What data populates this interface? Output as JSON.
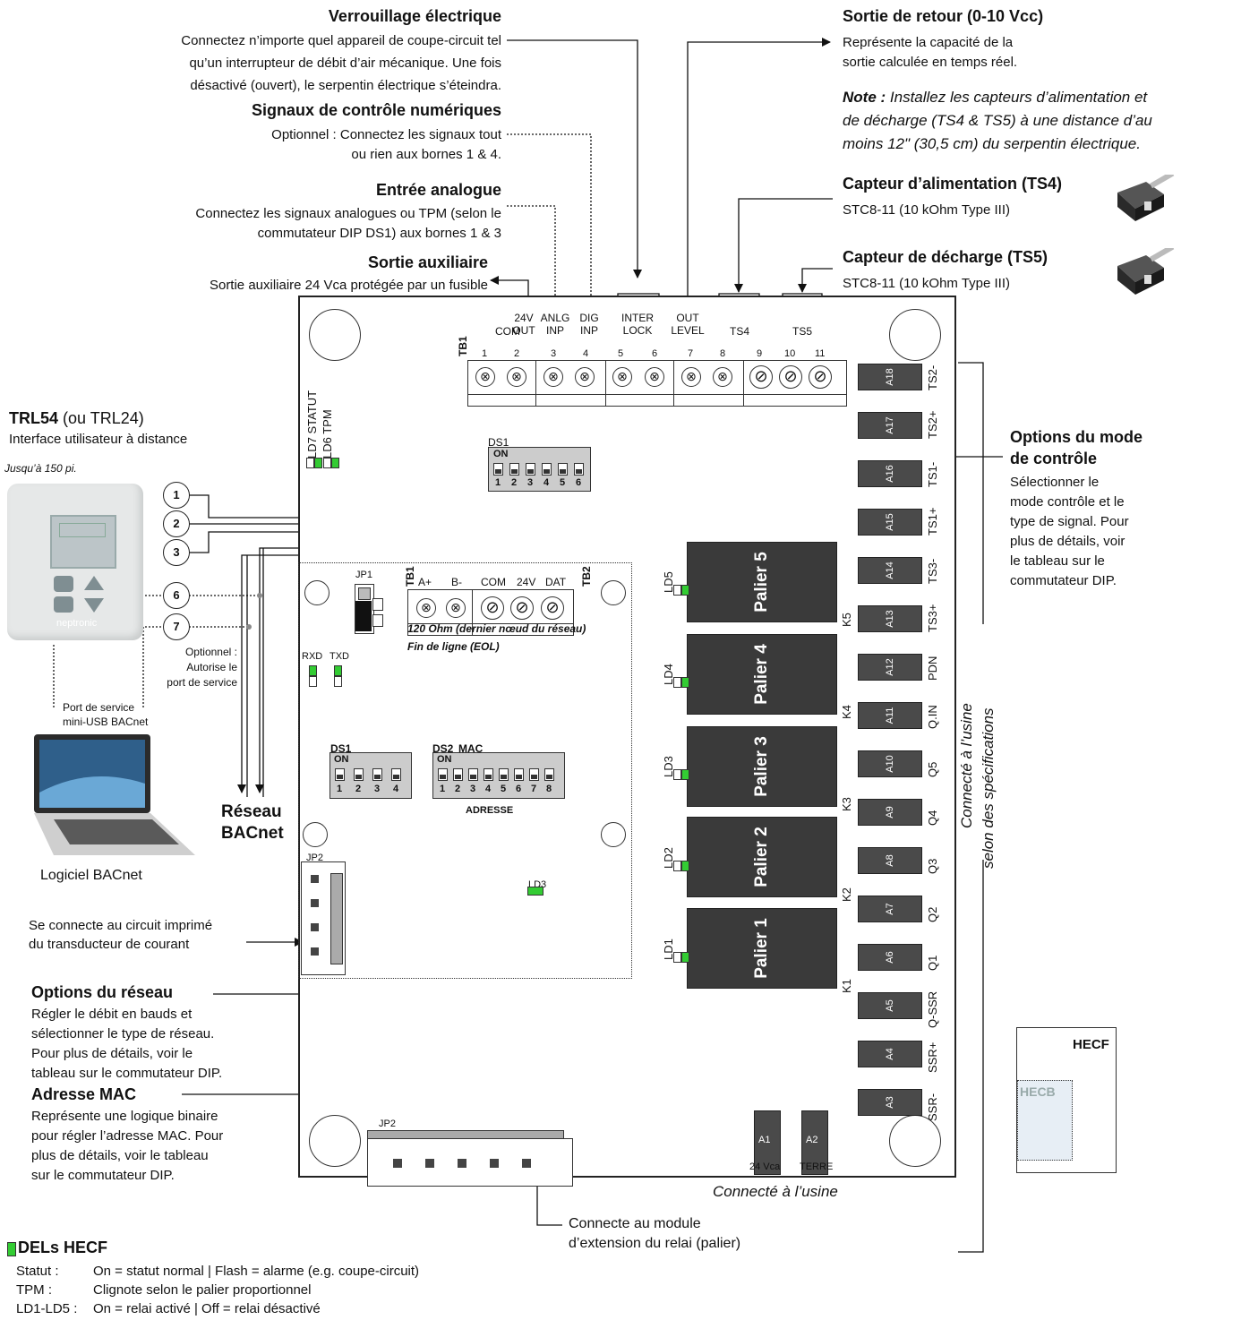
{
  "callouts": {
    "interlock": {
      "title": "Verrouillage électrique",
      "l1": "Connectez n’importe quel appareil de coupe-circuit tel",
      "l2": "qu’un interrupteur de débit d’air mécanique. Une fois",
      "l3": "désactivé (ouvert), le serpentin électrique s’éteindra."
    },
    "digital": {
      "title": "Signaux de contrôle numériques",
      "l1": "Optionnel : Connectez les signaux tout",
      "l2": "ou rien aux bornes 1 & 4."
    },
    "analog": {
      "title": "Entrée analogue",
      "l1": "Connectez les signaux analogues ou TPM (selon le",
      "l2": "commutateur DIP DS1) aux bornes 1 & 3"
    },
    "aux": {
      "title": "Sortie auxiliaire",
      "l1": "Sortie auxiliaire 24 Vca protégée par un fusible"
    },
    "feedback": {
      "title": "Sortie de retour (0-10 Vcc)",
      "l1": "Représente la capacité de la",
      "l2": "sortie calculée en temps réel."
    },
    "note": {
      "label": "Note :",
      "l1": " Installez les capteurs d’alimentation et",
      "l2": "de décharge (TS4 & TS5) à une distance d’au",
      "l3": "moins 12\" (30,5 cm) du serpentin électrique."
    },
    "ts4": {
      "title": "Capteur d’alimentation (TS4)",
      "l1": "STC8-11 (10 kOhm Type III)"
    },
    "ts5": {
      "title": "Capteur de décharge (TS5)",
      "l1": "STC8-11 (10 kOhm Type III)"
    },
    "mode": {
      "t1": "Options du mode",
      "t2": "de contrôle",
      "l1": "Sélectionner le",
      "l2": "mode contrôle et le",
      "l3": "type de signal. Pour",
      "l4": "plus de détails, voir",
      "l5": "le tableau sur le",
      "l6": "commutateur DIP."
    },
    "network": {
      "title": "Options du réseau",
      "l1": "Régler le débit en bauds et",
      "l2": "sélectionner le type de réseau.",
      "l3": "Pour plus de détails, voir le",
      "l4": "tableau sur le commutateur DIP."
    },
    "mac": {
      "title": "Adresse MAC",
      "l1": "Représente une logique binaire",
      "l2": "pour régler l’adresse MAC. Pour",
      "l3": "plus de détails, voir le tableau",
      "l4": "sur le commutateur DIP."
    },
    "current": {
      "l1": "Se connecte au circuit imprimé",
      "l2": "du transducteur de courant"
    },
    "extension": {
      "l1": "Connecte au module",
      "l2": "d’extension du relai (palier)"
    }
  },
  "trl": {
    "title": "TRL54",
    "suffix": " (ou TRL24)",
    "l1": "Interface utilisateur à distance",
    "distance": "Jusqu’à 150 pi.",
    "brand": "neptronic"
  },
  "wires": [
    "1",
    "2",
    "3",
    "6",
    "7"
  ],
  "optional": {
    "l1": "Optionnel :",
    "l2": "Autorise le",
    "l3": "port de service"
  },
  "service": {
    "l1": "Port de service",
    "l2": "mini-USB BACnet"
  },
  "laptop_label": "Logiciel BACnet",
  "bacnet": {
    "l1": "Réseau",
    "l2": "BACnet"
  },
  "tb1": {
    "name": "TB1",
    "headers": [
      "COM",
      "24V\nOUT",
      "ANLG\nINP",
      "DIG\nINP",
      "INTER\nLOCK",
      "OUT\nLEVEL",
      "TS4",
      "TS5"
    ],
    "numbers": [
      "1",
      "2",
      "3",
      "4",
      "5",
      "6",
      "7",
      "8",
      "9",
      "10",
      "11"
    ]
  },
  "tb1_labels": {
    "com": "COM",
    "out24a": "24V",
    "out24b": "OUT",
    "anlga": "ANLG",
    "anlgb": "INP",
    "diga": "DIG",
    "digb": "INP",
    "intera": "INTER",
    "interb": "LOCK",
    "outa": "OUT",
    "outb": "LEVEL",
    "ts4": "TS4",
    "ts5": "TS5"
  },
  "leds_top": {
    "ld7": "LD7 STATUT",
    "ld6": "LD6 TPM"
  },
  "ds1_top": {
    "name": "DS1",
    "on": "ON",
    "nums": [
      "1",
      "2",
      "3",
      "4",
      "5",
      "6"
    ]
  },
  "fuses": [
    "A18",
    "A17",
    "A16",
    "A15",
    "A14",
    "A13",
    "A12",
    "A11",
    "A10",
    "A9",
    "A8",
    "A7",
    "A6",
    "A5",
    "A4",
    "A3"
  ],
  "fuse_labels": [
    "TS2-",
    "TS2+",
    "TS1-",
    "TS1+",
    "TS3-",
    "TS3+",
    "PDN",
    "Q.IN",
    "Q5",
    "Q4",
    "Q3",
    "Q2",
    "Q1",
    "Q-SSR",
    "SSR+",
    "SSR-"
  ],
  "relays": [
    {
      "name": "Palier 5",
      "led": "LD5",
      "k": "K5"
    },
    {
      "name": "Palier 4",
      "led": "LD4",
      "k": "K4"
    },
    {
      "name": "Palier 3",
      "led": "LD3",
      "k": "K3"
    },
    {
      "name": "Palier 2",
      "led": "LD2",
      "k": "K2"
    },
    {
      "name": "Palier 1",
      "led": "LD1",
      "k": "K1"
    }
  ],
  "bottom_fuses": {
    "a1": "A1",
    "a2": "A2",
    "a1_label": "24 Vca",
    "a2_label": "TERRE"
  },
  "factory": {
    "bottom": "Connecté à l’usine",
    "side_l1": "Connecté à l’usine",
    "side_l2": "selon des spécifications"
  },
  "module": {
    "jp1": "JP1",
    "tb1": "TB1",
    "tb2": "TB2",
    "terminals": {
      "ap": "A+",
      "bm": "B-",
      "com": "COM",
      "v24": "24V",
      "dat": "DAT"
    },
    "ohm": "120 Ohm (dernier nœud du réseau)",
    "eol": "Fin de ligne (EOL)",
    "rxd": "RXD",
    "txd": "TXD",
    "ds1": {
      "name": "DS1",
      "on": "ON",
      "nums": [
        "1",
        "2",
        "3",
        "4"
      ]
    },
    "ds2": {
      "name": "DS2",
      "mac": "MAC",
      "on": "ON",
      "nums": [
        "1",
        "2",
        "3",
        "4",
        "5",
        "6",
        "7",
        "8"
      ],
      "address": "ADRESSE"
    },
    "ld3": "LD3",
    "jp2": "JP2"
  },
  "jp2_bottom": "JP2",
  "hecf": {
    "title": "HECF",
    "inner": "HECB"
  },
  "legend": {
    "title": "DELs HECF",
    "rows": [
      {
        "k": "Statut :",
        "v": "On = statut normal | Flash = alarme (e.g. coupe-circuit)"
      },
      {
        "k": "TPM :",
        "v": "Clignote selon le palier proportionnel"
      },
      {
        "k": "LD1-LD5 :",
        "v": "On = relai activé | Off = relai désactivé"
      }
    ]
  },
  "colors": {
    "led": "#33cc33",
    "relay": "#3a3a3a",
    "fuse": "#4a4a4a"
  }
}
